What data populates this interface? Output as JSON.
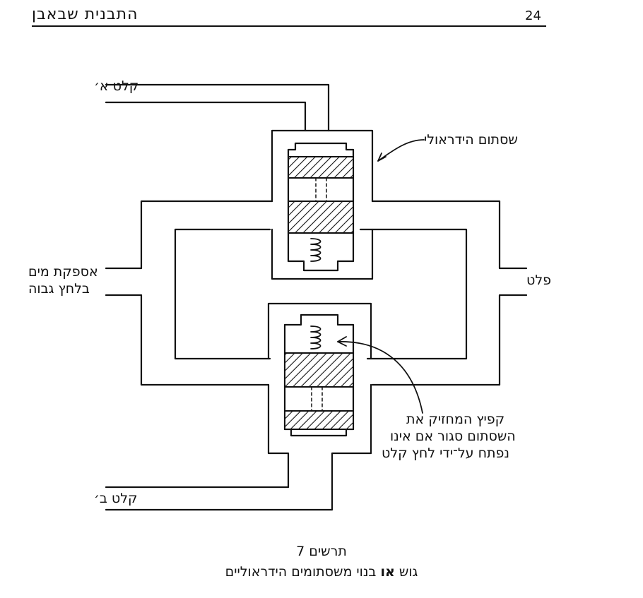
{
  "header": {
    "title": "התבנית שבאבן",
    "page_number": "24"
  },
  "labels": {
    "inlet_a": "קלט א׳",
    "inlet_b": "קלט ב׳",
    "hydraulic_valve": "שסתום הידראולי",
    "water_supply_line1": "אספקת מים",
    "water_supply_line2": "בלחץ גבוה",
    "output": "פלט",
    "spring_note_line1": "קפיץ המחזיק את",
    "spring_note_line2": "השסתום סגור אם אינו",
    "spring_note_line3": "נפתח על־ידי לחץ קלט"
  },
  "caption": {
    "figure_number": "תרשים 7",
    "text_before": "גוש",
    "text_bold": "או",
    "text_after": "בנוי משסתומים הידראוליים"
  }
}
